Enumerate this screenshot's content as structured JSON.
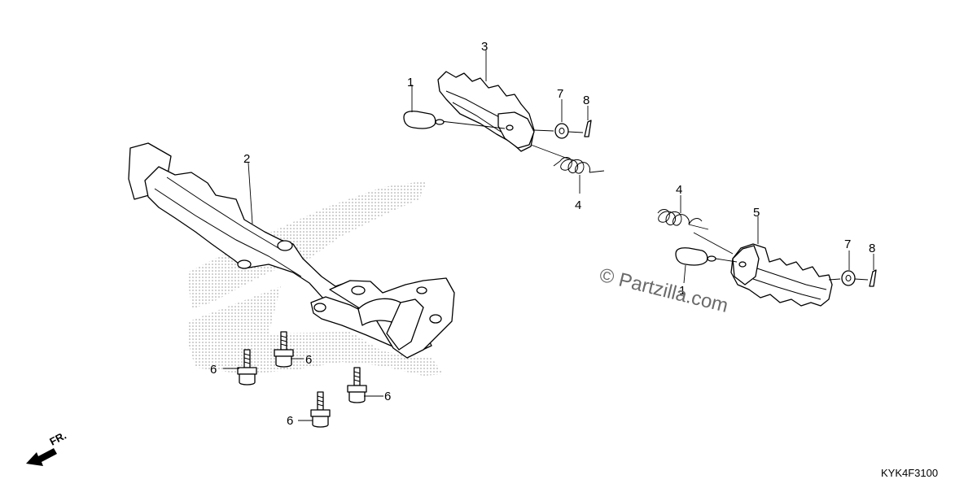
{
  "callouts": [
    {
      "label": "1",
      "id": "pin-upper"
    },
    {
      "label": "2",
      "id": "step-bar"
    },
    {
      "label": "3",
      "id": "footpeg-upper"
    },
    {
      "label": "4",
      "id": "spring-upper"
    },
    {
      "label": "4",
      "id": "spring-lower"
    },
    {
      "label": "5",
      "id": "footpeg-lower"
    },
    {
      "label": "6",
      "id": "bolt-a"
    },
    {
      "label": "6",
      "id": "bolt-b"
    },
    {
      "label": "6",
      "id": "bolt-c"
    },
    {
      "label": "6",
      "id": "bolt-d"
    },
    {
      "label": "7",
      "id": "washer-upper"
    },
    {
      "label": "7",
      "id": "washer-lower"
    },
    {
      "label": "8",
      "id": "cotter-upper"
    },
    {
      "label": "8",
      "id": "cotter-lower"
    },
    {
      "label": "1",
      "id": "pin-lower"
    }
  ],
  "watermark": "© Partzilla.com",
  "direction_label": "FR.",
  "diagram_code": "KYK4F3100"
}
